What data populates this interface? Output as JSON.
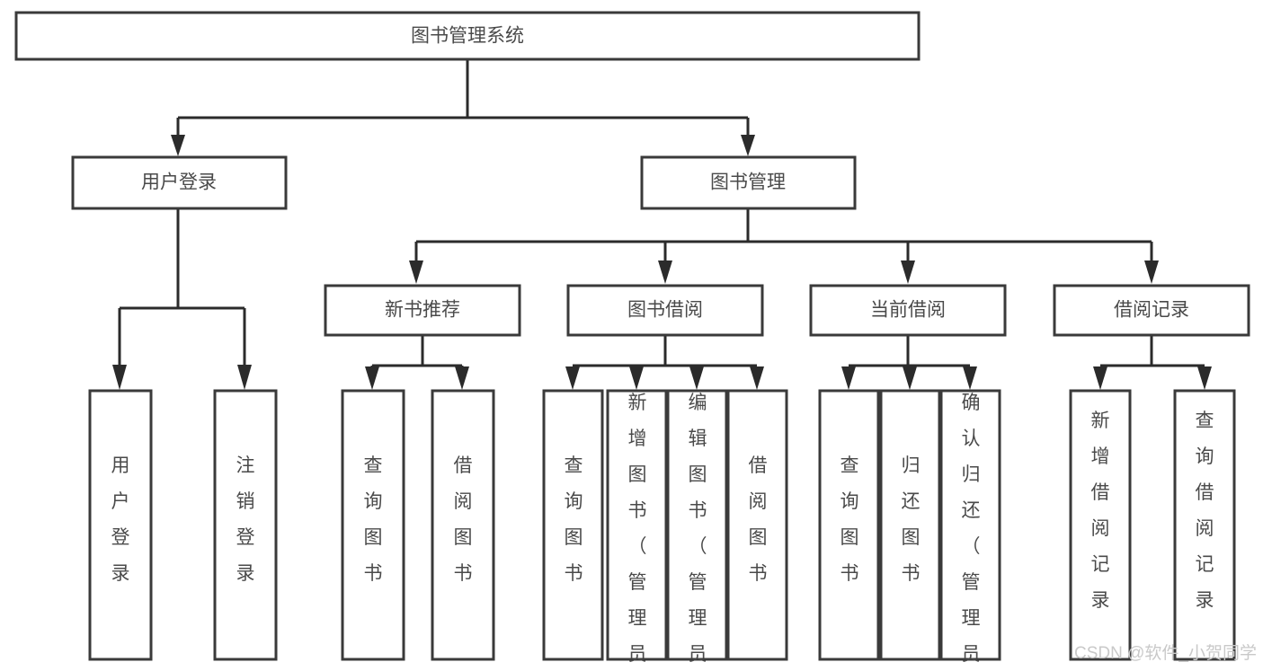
{
  "diagram": {
    "title": "图书管理系统",
    "type": "tree",
    "orientation": "top-down",
    "colors": {
      "box_stroke": "#3a3a3a",
      "connector": "#2b2b2b",
      "text": "#4a4a4a",
      "background": "#ffffff",
      "watermark": "#c9c9c9"
    },
    "root": {
      "label": "图书管理系统"
    },
    "level2": [
      {
        "label": "用户登录"
      },
      {
        "label": "图书管理"
      }
    ],
    "level3": [
      {
        "label": "新书推荐"
      },
      {
        "label": "图书借阅"
      },
      {
        "label": "当前借阅"
      },
      {
        "label": "借阅记录"
      }
    ],
    "leaves": {
      "user_login": [
        {
          "label": "用户登录"
        },
        {
          "label": "注销登录"
        }
      ],
      "new_book_recommend": [
        {
          "label": "查询图书"
        },
        {
          "label": "借阅图书"
        }
      ],
      "book_borrow": [
        {
          "label": "查询图书"
        },
        {
          "label": "新增图书（管理员）"
        },
        {
          "label": "编辑图书（管理员）"
        },
        {
          "label": "借阅图书"
        }
      ],
      "current_borrow": [
        {
          "label": "查询图书"
        },
        {
          "label": "归还图书"
        },
        {
          "label": "确认归还（管理员）"
        }
      ],
      "borrow_record": [
        {
          "label": "新增借阅记录"
        },
        {
          "label": "查询借阅记录"
        }
      ]
    }
  },
  "watermark": {
    "text": "CSDN @软件_小贺同学"
  }
}
